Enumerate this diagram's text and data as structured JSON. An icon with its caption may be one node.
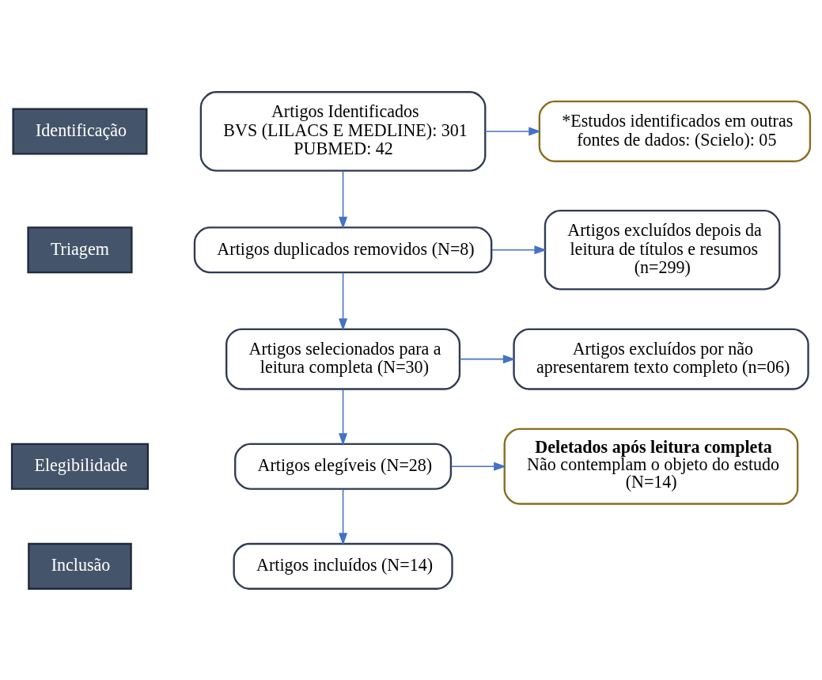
{
  "diagram": {
    "nodes": [
      {
        "text": [
          "Identificação"
        ]
      },
      {
        "text": [
          "Artigos Identificados",
          "BVS (LILACS E MEDLINE): 301",
          "PUBMED: 42"
        ]
      },
      {
        "text": [
          "*Estudos identificados em outras fontes de dados: (Scielo): 05"
        ]
      },
      {
        "text": [
          "Triagem"
        ]
      },
      {
        "text": [
          "Artigos duplicados removidos (N=8)"
        ]
      },
      {
        "text": [
          "Artigos excluídos depois da leitura de títulos e resumos (n=299)"
        ]
      },
      {
        "text": [
          "Artigos selecionados para a leitura completa (N=30)"
        ]
      },
      {
        "text": [
          "Artigos excluídos por não apresentarem texto completo (n=06)"
        ]
      },
      {
        "text": [
          "Elegibilidade"
        ]
      },
      {
        "text": [
          "Artigos elegíveis (N=28)"
        ]
      },
      {
        "text": [
          "Deletados após leitura completa",
          "Não contemplam o objeto do estudo (N=14)"
        ]
      },
      {
        "text": [
          "Inclusão"
        ]
      },
      {
        "text": [
          "Artigos incluídos (N=14)"
        ]
      }
    ],
    "edges": [
      {
        "from": 1,
        "to": 2,
        "arrow": "to"
      },
      {
        "from": 1,
        "to": 4,
        "arrow": "to"
      },
      {
        "from": 4,
        "to": 5,
        "arrow": "to"
      },
      {
        "from": 4,
        "to": 6,
        "arrow": "to"
      },
      {
        "from": 6,
        "to": 7,
        "arrow": "to"
      },
      {
        "from": 6,
        "to": 9,
        "arrow": "to"
      },
      {
        "from": 9,
        "to": 10,
        "arrow": "to"
      },
      {
        "from": 9,
        "to": 12,
        "arrow": "to"
      }
    ]
  }
}
